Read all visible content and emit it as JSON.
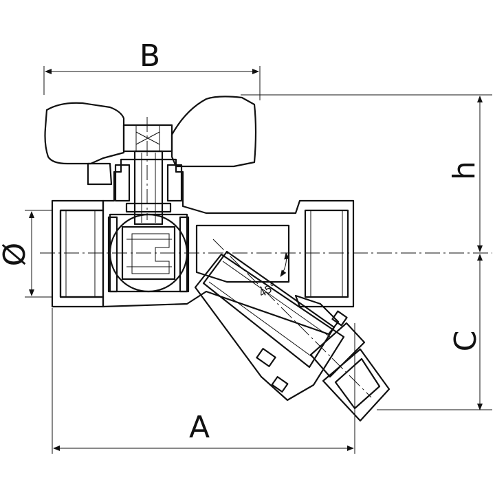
{
  "dimensions": {
    "a_label": "A",
    "b_label": "B",
    "c_label": "C",
    "h_label": "h",
    "diameter_label": "Ø"
  },
  "annotations": {
    "angle_label": "45°"
  },
  "colors": {
    "handle_accent": "#c8641e",
    "line": "#111111",
    "hatch_fill": "#ffffff"
  }
}
